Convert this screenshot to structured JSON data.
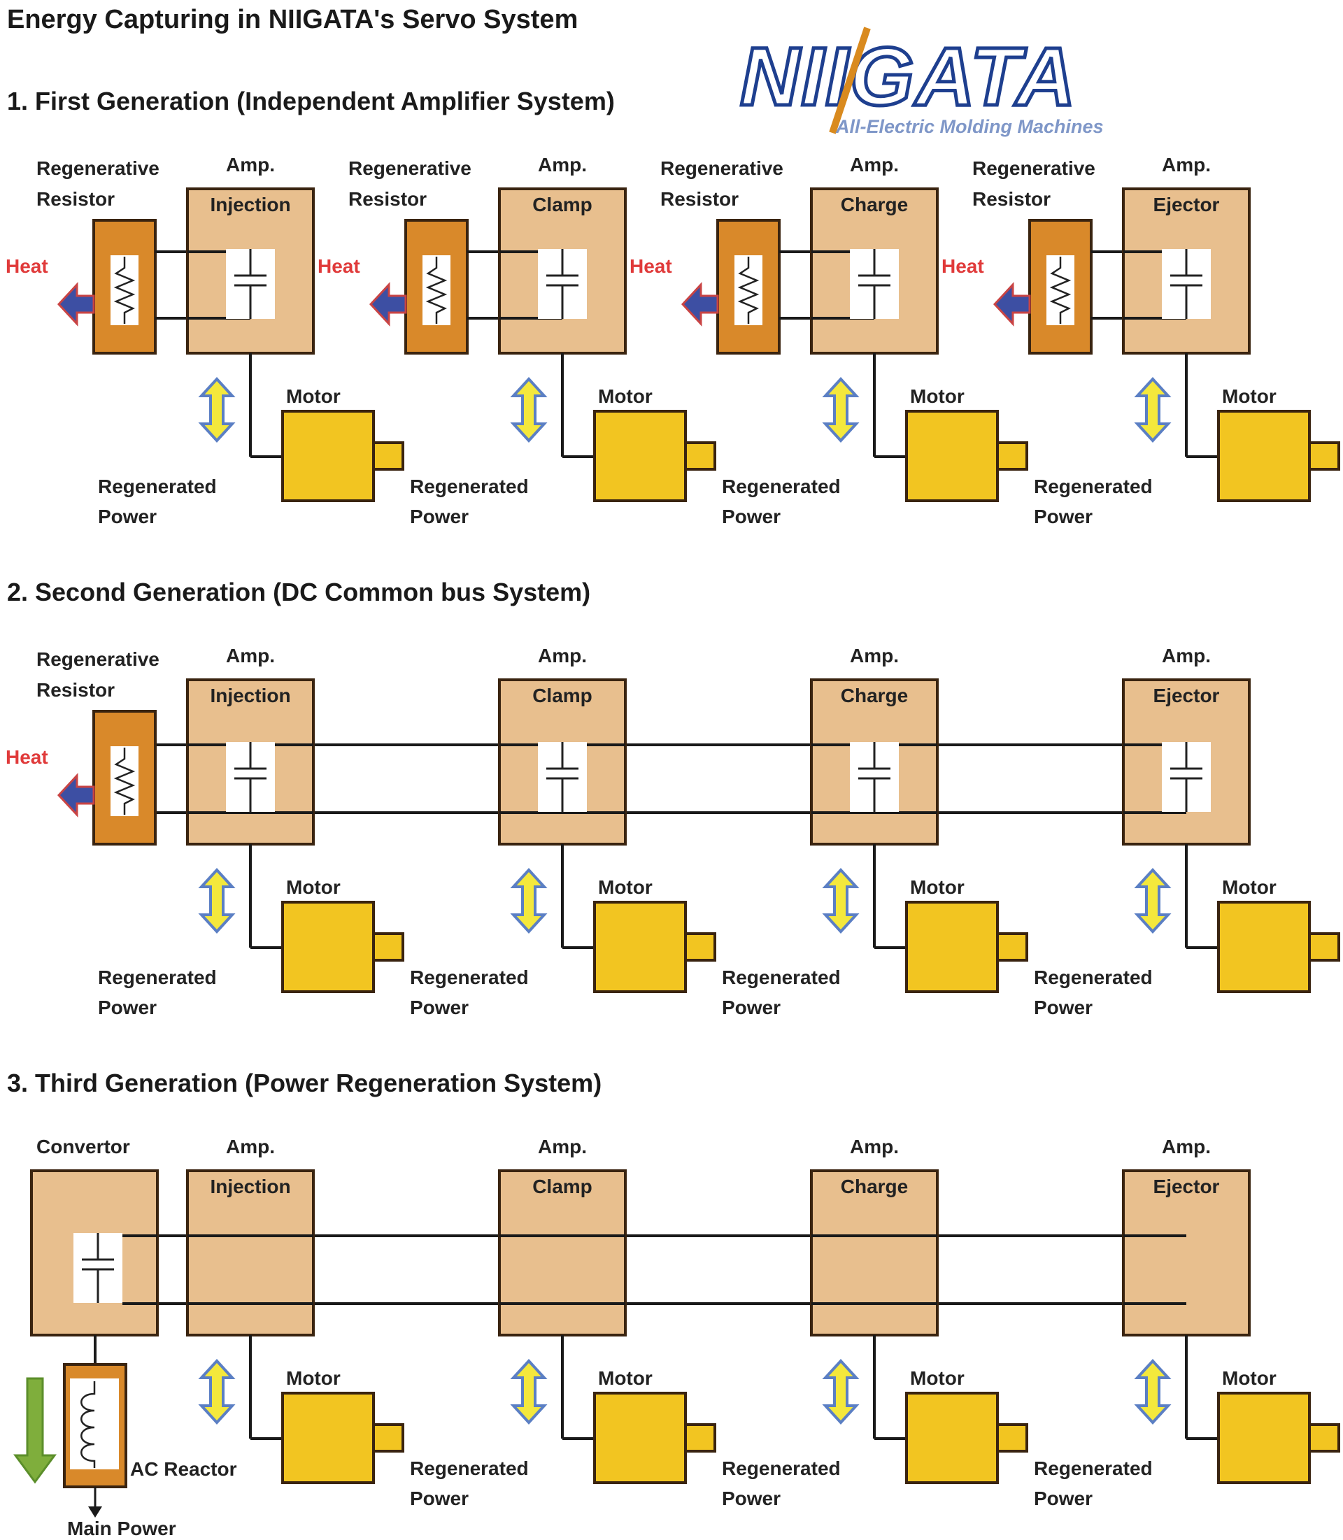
{
  "title": "Energy Capturing  in NIIGATA's Servo System",
  "logo": {
    "name": "NIIGATA",
    "tagline": "All-Electric Molding Machines"
  },
  "colors": {
    "amp_fill": "#e8bf8e",
    "amp_stroke": "#3a2410",
    "resistor_fill": "#d9892a",
    "motor_fill": "#f2c521",
    "heat_text": "#e03a3a",
    "heat_arrow": "#3d4fa3",
    "regen_arrow": "#f4e83c",
    "regen_arrow_outline": "#5b7fc4",
    "main_power_arrow": "#7fae3c"
  },
  "labels": {
    "amp": "Amp.",
    "motor": "Motor",
    "regen_resistor_1": "Regenerative",
    "regen_resistor_2": "Resistor",
    "heat": "Heat",
    "regenerated_power_1": "Regenerated",
    "regenerated_power_2": "Power",
    "convertor": "Convertor",
    "ac_reactor": "AC Reactor",
    "main_power": "Main Power"
  },
  "axes": [
    "Injection",
    "Clamp",
    "Charge",
    "Ejector"
  ],
  "generations": [
    {
      "title": "1. First Generation (Independent Amplifier System)",
      "kind": "independent"
    },
    {
      "title": "2. Second Generation (DC Common bus System)",
      "kind": "common_bus"
    },
    {
      "title": "3. Third Generation (Power Regeneration System)",
      "kind": "regeneration"
    }
  ]
}
